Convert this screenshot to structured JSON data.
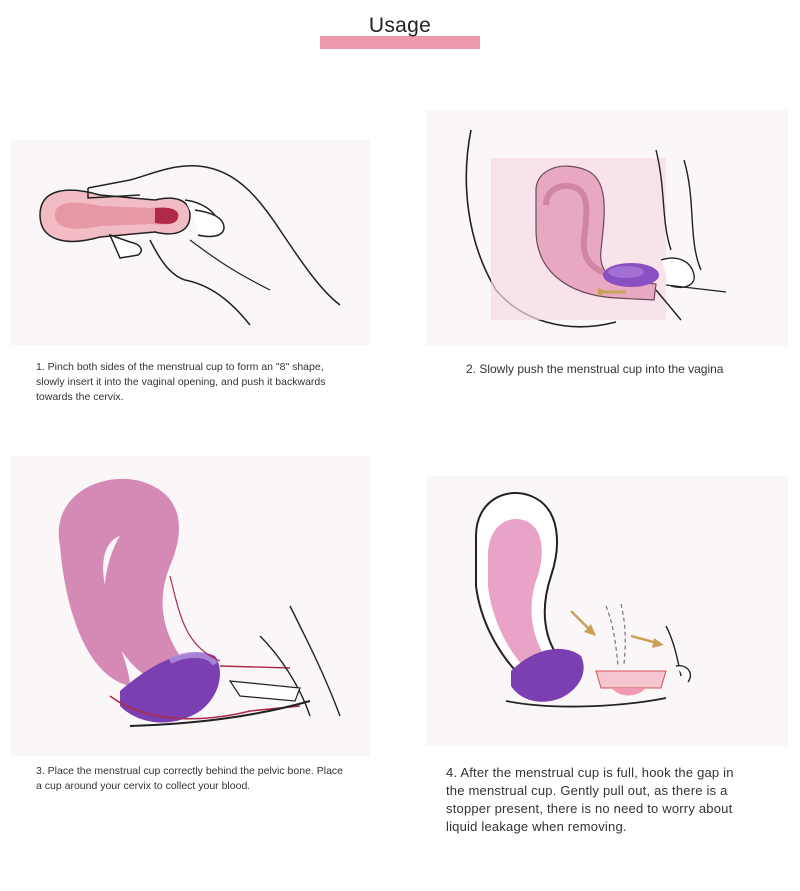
{
  "header": {
    "title": "Usage"
  },
  "steps": [
    {
      "caption": "1. Pinch both sides of the menstrual cup to form an \"8\" shape, slowly insert it into the vaginal opening, and push it backwards towards the cervix."
    },
    {
      "caption": "2. Slowly push the menstrual cup into the vagina"
    },
    {
      "caption": "3. Place the menstrual cup correctly behind the pelvic bone. Place a cup around your cervix to collect your blood."
    },
    {
      "caption": "4. After the menstrual cup is full, hook the gap in the menstrual cup. Gently pull out, as there is a stopper present, there is no need to worry about liquid leakage when removing."
    }
  ],
  "colors": {
    "accent": "#ee9aac",
    "pink": "#e8a3b8",
    "purple": "#8a4fc0"
  }
}
